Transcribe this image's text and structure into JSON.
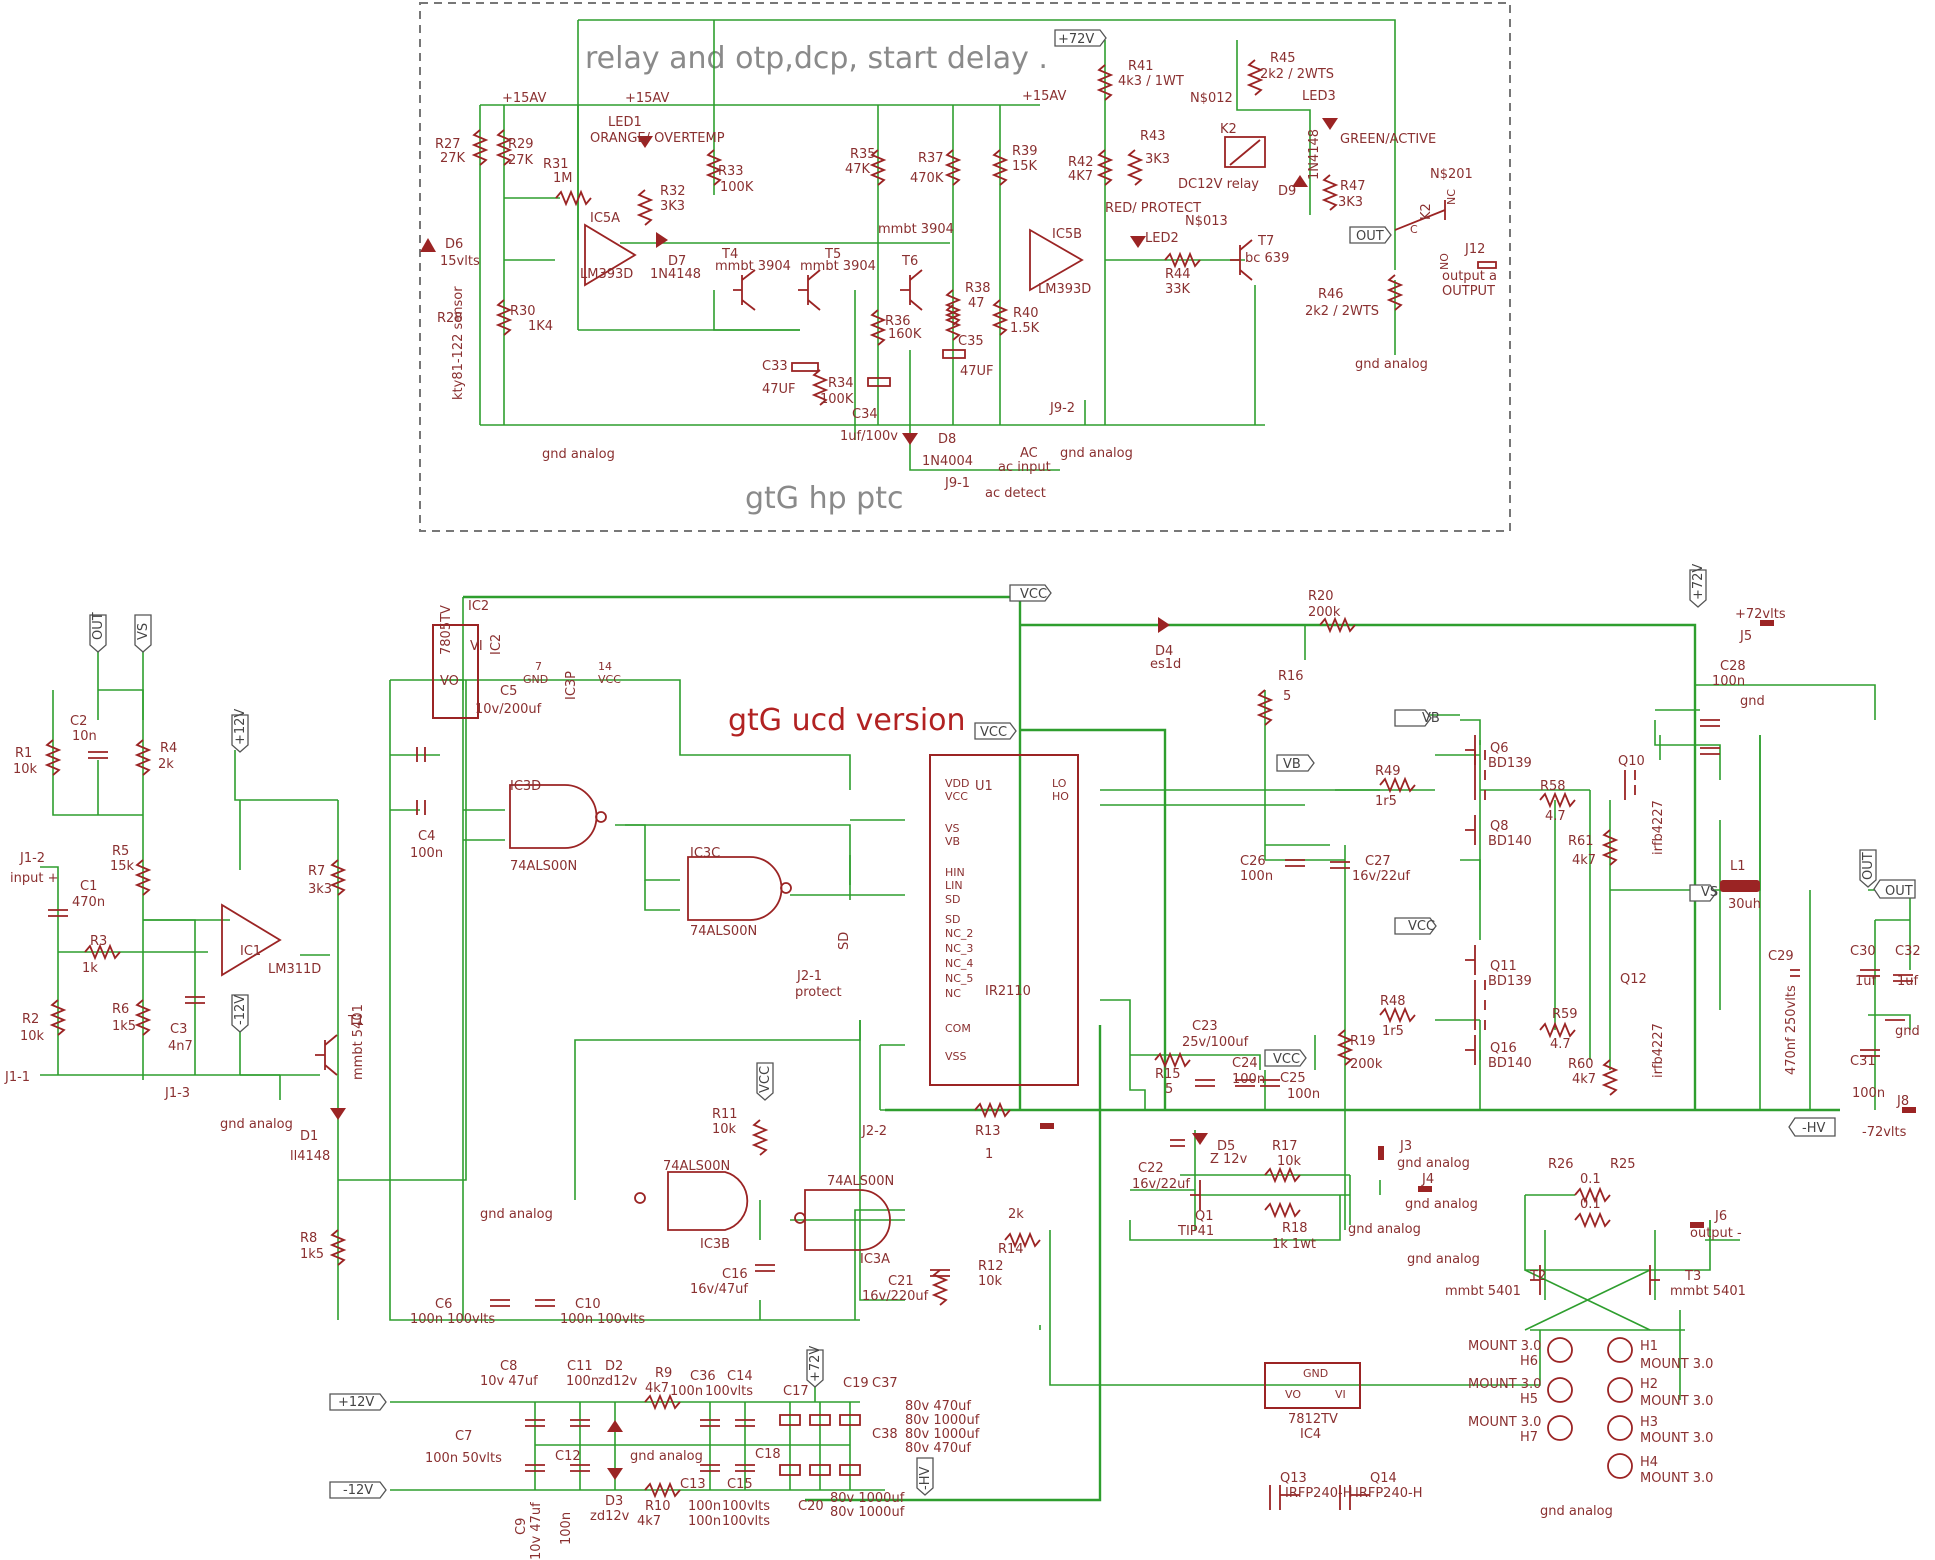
{
  "titles": {
    "relay_block": "relay and otp,dcp, start delay .",
    "ptc": "gtG hp ptc",
    "ucd": "gtG ucd version"
  },
  "rails": {
    "p15_a": "+15AV",
    "p15_b": "+15AV",
    "p15_c": "+15AV",
    "p72": "+72V",
    "gnd_analog": "gnd analog",
    "gnd": "gnd",
    "vcc": "VCC",
    "vb": "VB",
    "vs": "VS",
    "out": "OUT",
    "hv": "-HV",
    "p12": "+12V",
    "m12": "-12V",
    "p72v": "+72vlts",
    "m72v": "-72vlts"
  },
  "relay_parts": {
    "r27": "R27",
    "r27v": "27K",
    "r29": "R29",
    "r29v": "27K",
    "r31": "R31",
    "r31v": "1M",
    "ic5a": "IC5A",
    "ic5a_t": "LM393D",
    "led1": "LED1",
    "led1v": "ORANGE/ OVERTEMP",
    "r32": "R32",
    "r32v": "3K3",
    "d7": "D7",
    "d7v": "1N4148",
    "r33": "R33",
    "r33v": "100K",
    "d6": "D6",
    "d6v": "15vlts",
    "r28": "R28",
    "sensor": "kty81-122 sensor",
    "r30": "R30",
    "r30v": "1K4",
    "t4": "T4",
    "t4v": "mmbt 3904",
    "t5": "T5",
    "t5v": "mmbt 3904",
    "t6": "T6",
    "t6v": "mmbt 3904",
    "r35": "R35",
    "r35v": "47K",
    "r37": "R37",
    "r37v": "470K",
    "r36": "R36",
    "r36v": "160K",
    "r38": "R38",
    "r38v": "47",
    "r39": "R39",
    "r39v": "15K",
    "r40": "R40",
    "r40v": "1.5K",
    "c33": "C33",
    "c33v": "47UF",
    "r34": "R34",
    "r34v": "100K",
    "c34": "C34",
    "c34v": "1uf/100v",
    "c35": "C35",
    "c35v": "47UF",
    "d8": "D8",
    "d8v": "1N4004",
    "ic5b": "IC5B",
    "ic5b_t": "LM393D",
    "r41": "R41",
    "r41v": "4k3 /  1WT",
    "r42": "R42",
    "r42v": "4K7",
    "r43": "R43",
    "r43v": "3K3",
    "r44": "R44",
    "r44v": "33K",
    "led2": "LED2",
    "led2v": "RED/ PROTECT",
    "t7": "T7",
    "t7v": "bc 639",
    "r45": "R45",
    "r45v": "2k2 / 2WTS",
    "net012": "N$012",
    "net013": "N$013",
    "k2": "K2",
    "k2v": "DC12V relay",
    "d9": "D9",
    "d9v": "1N4148",
    "led3": "LED3",
    "led3v": "GREEN/ACTIVE",
    "r47": "R47",
    "r47v": "3K3",
    "net201": "N$201",
    "k2b": "K2",
    "nc": "NC",
    "no": "NO",
    "c": "C",
    "r46": "R46",
    "r46v": "2k2 / 2WTS",
    "j12": "J12",
    "j12v": "output a",
    "j12t": "OUTPUT",
    "j92": "J9-2",
    "j91": "J9-1",
    "ac": "AC",
    "acin": "ac input",
    "acdet": "ac detect"
  },
  "ucd_parts": {
    "ic2": "IC2",
    "ic2v": "7805TV",
    "vi": "VI",
    "vo": "VO",
    "gndp": "GND",
    "c5": "C5",
    "c5v": "10v/200uf",
    "c4": "C4",
    "c4v": "100n",
    "ic3p": "IC3P",
    "p7": "7",
    "p14": "14",
    "ic3d": "IC3D",
    "ic3dv": "74ALS00N",
    "ic3c": "IC3C",
    "ic3cv": "74ALS00N",
    "u1": "U1",
    "u1v": "IR2110",
    "pin_vdd": "VDD",
    "pin_vcc": "VCC",
    "pin_vs": "VS",
    "pin_vb": "VB",
    "pin_hin": "HIN",
    "pin_lin": "LIN",
    "pin_sd": "SD",
    "pin_lo": "LO",
    "pin_ho": "HO",
    "pin_nc2": "NC_2",
    "pin_nc3": "NC_3",
    "pin_nc4": "NC_4",
    "pin_nc5": "NC_5",
    "pin_nc": "NC",
    "pin_com": "COM",
    "pin_vss": "VSS",
    "sd": "SD",
    "sd4": "SD",
    "j21": "J2-1",
    "protect": "protect",
    "j22": "J2-2",
    "d4": "D4",
    "d4v": "es1d",
    "r20": "R20",
    "r20v": "200k",
    "r16": "R16",
    "r16v": "5",
    "j5": "J5",
    "c28": "C28",
    "c28v": "100n",
    "q6": "Q6",
    "q6v": "BD139",
    "q8": "Q8",
    "q8v": "BD140",
    "r49": "R49",
    "r49v": "1r5",
    "r58": "R58",
    "r58v": "4.7",
    "r61": "R61",
    "r61v": "4k7",
    "q10": "Q10",
    "q10v": "irfb4227",
    "c26": "C26",
    "c26v": "100n",
    "c27": "C27",
    "c27v": "16v/22uf",
    "l1": "L1",
    "l1v": "30uh",
    "q11": "Q11",
    "q11v": "BD139",
    "q16": "Q16",
    "q16v": "BD140",
    "r48": "R48",
    "r48v": "1r5",
    "r59": "R59",
    "r59v": "4.7",
    "r60": "R60",
    "r60v": "4k7",
    "q12": "Q12",
    "q12v": "irfb4227",
    "r19": "R19",
    "r19v": "200k",
    "c29": "C29",
    "c29v": "470nf  250vlts",
    "c30": "C30",
    "c30v": "1uf",
    "c32": "C32",
    "c32v": "1uf",
    "c31": "C31",
    "c31v": "100n",
    "j8": "J8",
    "c23": "C23",
    "c23v": "25v/100uf",
    "c24": "C24",
    "c24v": "100n",
    "c25": "C25",
    "c25v": "100n",
    "r15": "R15",
    "r15v": "5",
    "r13": "R13",
    "r13v": "1",
    "c22": "C22",
    "c22v": "16v/22uf",
    "d5": "D5",
    "d5v": "Z 12v",
    "r17": "R17",
    "r17v": "10k",
    "r18": "R18",
    "r18v": "1k 1wt",
    "q1": "Q1",
    "q1v": "TIP41",
    "j3": "J3",
    "j4": "J4",
    "r26": "R26",
    "r26v": "0.1",
    "r25": "R25",
    "r25v": "0.1",
    "j6": "J6",
    "j6v": "output  -",
    "t2": "T2",
    "t2v": "mmbt 5401",
    "t3": "T3",
    "t3v": "mmbt 5401",
    "r11": "R11",
    "r11v": "10k",
    "ic3b": "IC3B",
    "ic3bv": "74ALS00N",
    "ic3a": "IC3A",
    "ic3av": "74ALS00N",
    "c16": "C16",
    "c16v": "16v/47uf",
    "c21": "C21",
    "c21v": "16v/220uf",
    "r12": "R12",
    "r12v": "10k",
    "r14": "R14",
    "r14v": "2k",
    "c6": "C6",
    "c6v": "100n   100vlts",
    "c10": "C10",
    "c10v": "100n   100vlts"
  },
  "comp_parts": {
    "r1": "R1",
    "r1v": "10k",
    "c2": "C2",
    "c2v": "10n",
    "r4": "R4",
    "r4v": "2k",
    "j12i": "J1-2",
    "input": "input +",
    "c1": "C1",
    "c1v": "470n",
    "r5": "R5",
    "r5v": "15k",
    "r3": "R3",
    "r3v": "1k",
    "r2": "R2",
    "r2v": "10k",
    "r6": "R6",
    "r6v": "1k5",
    "c3": "C3",
    "c3v": "4n7",
    "ic1": "IC1",
    "ic1v": "LM311D",
    "r7": "R7",
    "r7v": "3k3",
    "t1": "T1",
    "t1v": "mmbt 5401",
    "d1": "D1",
    "d1v": "ll4148",
    "r8": "R8",
    "r8v": "1k5",
    "j11": "J1-1",
    "j13": "J1-3"
  },
  "psu_parts": {
    "c8": "C8",
    "c8v": "10v 47uf",
    "c11": "C11",
    "c11v": "100n",
    "d2": "D2",
    "d2v": "zd12v",
    "r9": "R9",
    "r9v": "4k7",
    "c36": "C36",
    "c36v": "100n",
    "c14": "C14",
    "c14v": "100vlts",
    "c17": "C17",
    "c19": "C19",
    "c37": "C37",
    "c38": "C38",
    "c38v1": "80v 470uf",
    "c38v2": "80v 1000uf",
    "c38v3": "80v 1000uf",
    "c38v4": "80v 470uf",
    "c7": "C7",
    "c7v": "100n 50vlts",
    "c12": "C12",
    "c18": "C18",
    "c9": "C9",
    "c9v": "10v 47uf",
    "c12v": "100n",
    "d3": "D3",
    "d3v": "zd12v",
    "r10": "R10",
    "r10v": "4k7",
    "c13": "C13",
    "c13v1": "100n",
    "c13v2": "100n",
    "c15": "C15",
    "c15v1": "100vlts",
    "c15v2": "100vlts",
    "c20": "C20",
    "c20v1": "80v 1000uf",
    "c20v2": "80v 1000uf",
    "ic4": "IC4",
    "ic4v": "7812TV",
    "q13": "Q13",
    "q13v": "IRFP240-H",
    "q14": "Q14",
    "q14v": "IRFP240-H",
    "mount": "MOUNT 3.0",
    "h1": "H1",
    "h2": "H2",
    "h3": "H3",
    "h4": "H4",
    "h5": "H5",
    "h6": "H6",
    "h7": "H7"
  }
}
